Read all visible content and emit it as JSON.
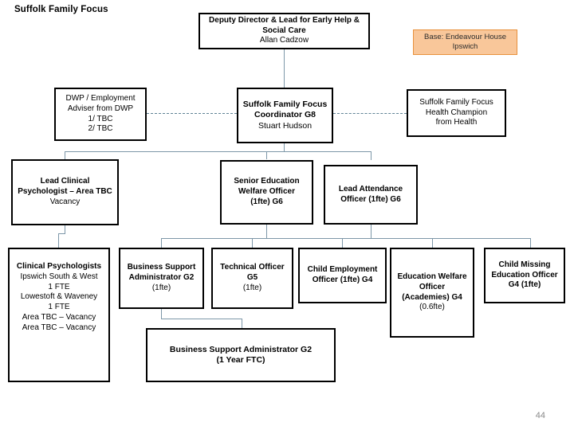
{
  "slide": {
    "heading": "Suffolk Family Focus",
    "page_number": "44",
    "colors": {
      "box_border": "#000000",
      "box_fill": "#ffffff",
      "base_fill": "#f9c79a",
      "base_border": "#e8913c",
      "connector": "#7d97a8",
      "dashed_connector": "#5f8294",
      "page_number": "#8a8a8a"
    }
  },
  "nodes": {
    "deputy_director": {
      "line1": "Deputy Director & Lead for Early Help &",
      "line2": "Social Care",
      "line3": "Allan Cadzow"
    },
    "base": {
      "line1": "Base: Endeavour House",
      "line2": "Ipswich"
    },
    "dwp_adviser": {
      "line1": "DWP / Employment",
      "line2": "Adviser from DWP",
      "line3": "1/ TBC",
      "line4": "2/ TBC"
    },
    "coordinator": {
      "line1": "Suffolk Family Focus",
      "line2": "Coordinator G8",
      "line3": "Stuart Hudson"
    },
    "health_champion": {
      "line1": "Suffolk Family Focus",
      "line2": "Health Champion",
      "line3": "from Health"
    },
    "lead_clinical_psychologist": {
      "line1": "Lead Clinical",
      "line2": "Psychologist – Area TBC",
      "line3": "Vacancy"
    },
    "senior_education_welfare_officer": {
      "line1": "Senior Education",
      "line2": "Welfare Officer",
      "line3": "(1fte) G6"
    },
    "lead_attendance_officer": {
      "line1": "Lead Attendance",
      "line2": "Officer (1fte) G6"
    },
    "clinical_psychologists": {
      "line1": "Clinical Psychologists",
      "line2": "Ipswich South & West",
      "line3": "1 FTE",
      "line4": "Lowestoft & Waveney",
      "line5": "1 FTE",
      "line6": "Area TBC – Vacancy",
      "line7": "Area TBC – Vacancy"
    },
    "business_support_administrator": {
      "line1": "Business Support",
      "line2": "Administrator G2",
      "line3": "(1fte)"
    },
    "technical_officer": {
      "line1": "Technical Officer",
      "line2": "G5",
      "line3": "(1fte)"
    },
    "child_employment_officer": {
      "line1": "Child Employment",
      "line2": "Officer (1fte) G4"
    },
    "education_welfare_officer": {
      "line1": "Education Welfare",
      "line2": "Officer",
      "line3": "(Academies) G4",
      "line4": "(0.6fte)"
    },
    "child_missing_education_officer": {
      "line1": "Child Missing",
      "line2": "Education Officer",
      "line3": "G4 (1fte)"
    },
    "business_support_administrator_ftc": {
      "line1": "Business Support Administrator G2",
      "line2": "(1 Year FTC)"
    }
  }
}
